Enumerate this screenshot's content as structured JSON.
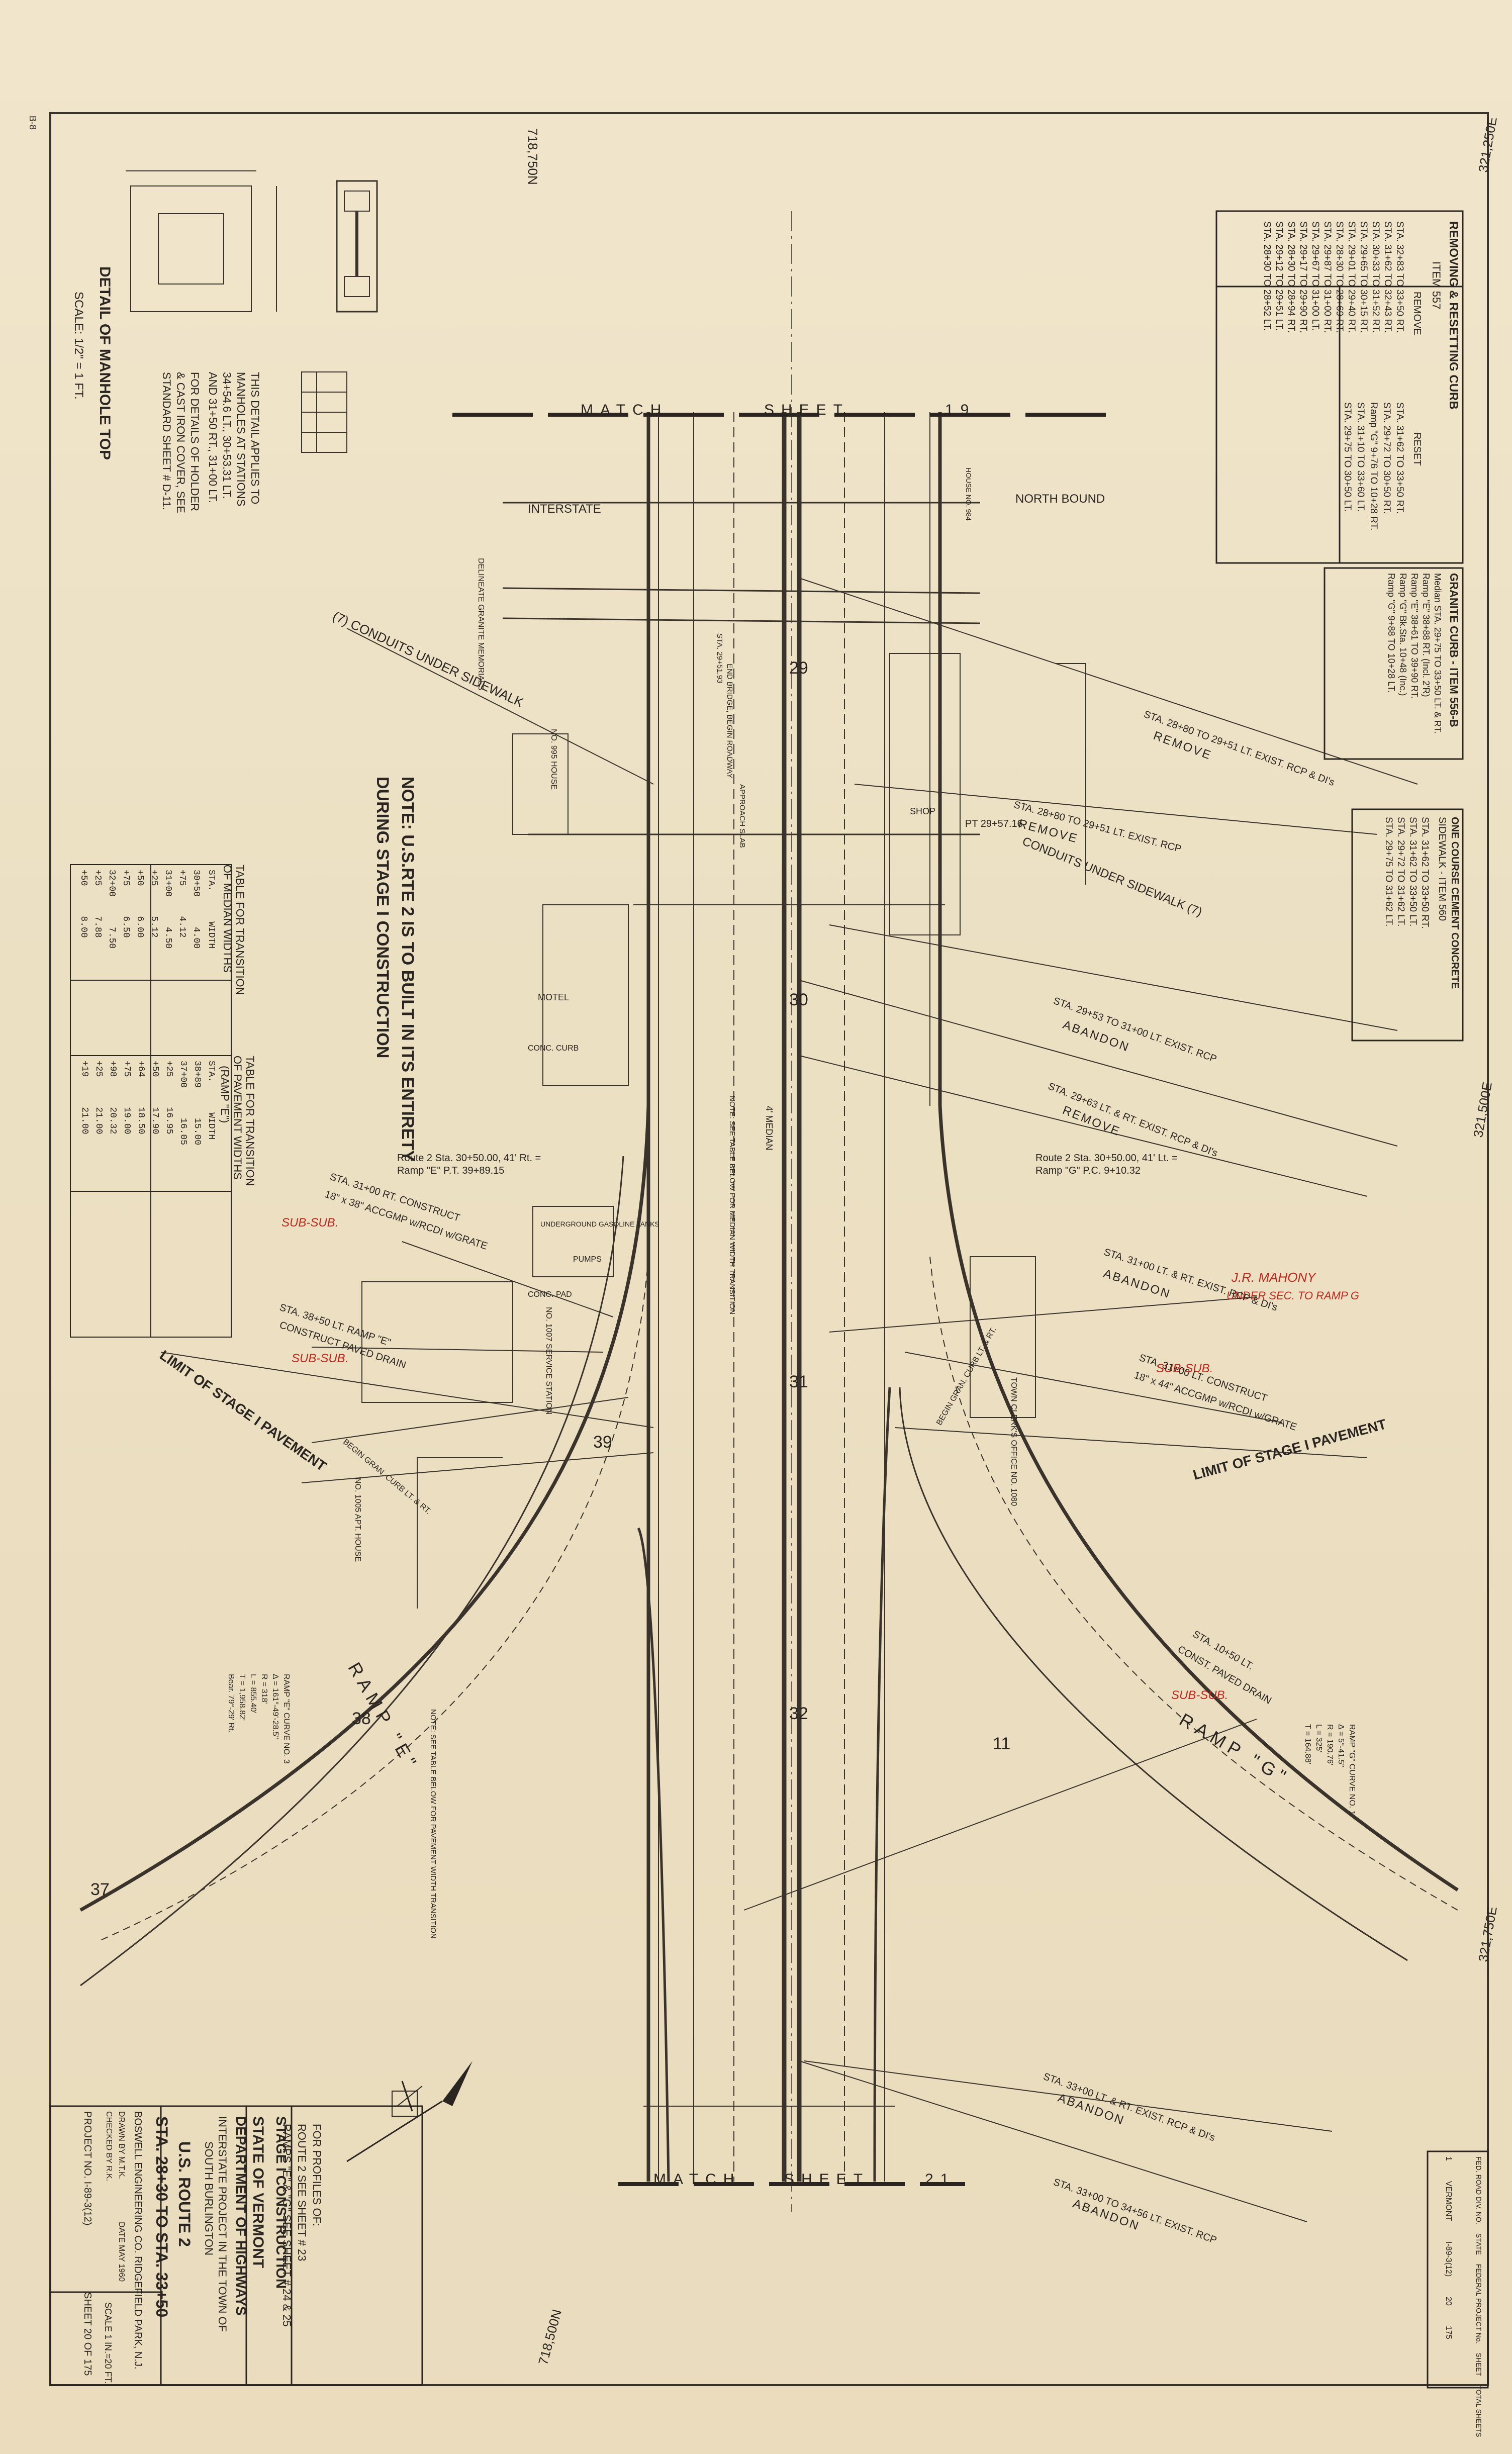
{
  "match_top": {
    "label": "MATCH",
    "word2": "SHEET",
    "number": "19"
  },
  "match_bottom": {
    "label": "MATCH",
    "word2": "SHEET",
    "number": "21"
  },
  "top_station_marker": "718,750N",
  "bottom_station_marker": "718,500N",
  "right_marker_top": "321,250E",
  "right_marker_mid": "321,500E",
  "right_marker_bottom": "321,750E",
  "interstate_label": "INTERSTATE",
  "north_bound": "NORTH BOUND",
  "note_main": {
    "line1": "NOTE: U.S.RTE 2 IS TO BUILT IN ITS ENTIRETY",
    "line2": "DURING STAGE I CONSTRUCTION"
  },
  "conduits_top": "(7) CONDUITS UNDER SIDEWALK",
  "conduits_right": "CONDUITS UNDER SIDEWALK (7)",
  "manhole": {
    "title": "DETAIL OF MANHOLE TOP",
    "scale": "SCALE: 1/2\" = 1 FT.",
    "note1": "THIS DETAIL APPLIES TO",
    "note2": "MANHOLES AT STATIONS",
    "note3": "34+54.6 LT., 30+53.31 LT.",
    "note4": "AND 31+50 RT., 31+00 LT.",
    "note5": "FOR DETAILS OF HOLDER",
    "note6": "& CAST IRON COVER, SEE",
    "note7": "STANDARD SHEET # D-11."
  },
  "table_median": {
    "title1": "TABLE FOR TRANSITION",
    "title2": "OF MEDIAN WIDTHS",
    "headers": [
      "STA.",
      "WIDTH"
    ],
    "rows": [
      [
        "30+50",
        "4.00"
      ],
      [
        "+75",
        "4.12"
      ],
      [
        "31+00",
        "4.50"
      ],
      [
        "+25",
        "5.12"
      ],
      [
        "+50",
        "6.00"
      ],
      [
        "+75",
        "6.50"
      ],
      [
        "32+00",
        "7.50"
      ],
      [
        "+25",
        "7.88"
      ],
      [
        "+50",
        "8.00"
      ]
    ]
  },
  "table_pavement": {
    "title1": "TABLE FOR TRANSITION",
    "title2": "OF PAVEMENT WIDTHS",
    "title3": "(RAMP \"E\")",
    "headers": [
      "STA.",
      "WIDTH"
    ],
    "rows": [
      [
        "38+89",
        "15.00"
      ],
      [
        "37+00",
        "16.05"
      ],
      [
        "+25",
        "16.95"
      ],
      [
        "+50",
        "17.90"
      ],
      [
        "+64",
        "18.50"
      ],
      [
        "+75",
        "19.00"
      ],
      [
        "+98",
        "20.32"
      ],
      [
        "+25",
        "21.00"
      ],
      [
        "+19",
        "21.00"
      ]
    ]
  },
  "removing_box": {
    "title": "REMOVING & RESETTING CURB",
    "item": "ITEM 557",
    "col1": "REMOVE",
    "col2": "RESET",
    "remove_rows": [
      "STA. 28+30 TO 28+52 LT.",
      "STA. 29+12 TO 29+51 LT.",
      "STA. 28+30 TO 28+94 RT.",
      "STA. 29+17 TO 29+90 RT.",
      "STA. 29+67 TO 31+00 LT.",
      "STA. 29+87 TO 31+00 RT.",
      "STA. 28+30 TO 28+69 RT.",
      "STA. 29+01 TO 29+40 RT.",
      "STA. 29+65 TO 30+15 RT.",
      "STA. 30+33 TO 31+52 RT.",
      "STA. 31+62 TO 32+43 RT.",
      "STA. 32+83 TO 33+50 RT."
    ],
    "reset_rows": [
      "STA. 29+75 TO 30+50 LT.",
      "STA. 31+10 TO 33+60 LT.",
      "Ramp \"G\" 9+76 TO 10+28 RT.",
      "STA. 29+72 TO 30+50 RT.",
      "STA. 31+62 TO 33+50 RT."
    ]
  },
  "granite_box": {
    "title": "GRANITE CURB - ITEM 556-B",
    "rows": [
      "Ramp \"G\" 9+88 TO 10+28 LT.",
      "Ramp \"G\" Bk.Sta. 10+48 (Inc.)",
      "Ramp \"E\" 38+61 TO 39+90 RT.",
      "Ramp \"E\" 38+88 RT. (Incl. 2'R)",
      "Median STA. 29+75 TO 33+50 LT. & RT."
    ]
  },
  "sidewalk_box": {
    "title": "ONE COURSE CEMENT CONCRETE",
    "item": "SIDEWALK - ITEM 560",
    "rows": [
      "STA. 29+75 TO 31+62 LT.",
      "STA. 29+72 TO 31+62 LT.",
      "STA. 31+62 TO 33+50 LT.",
      "STA. 31+62 TO 33+50 RT."
    ]
  },
  "callouts": {
    "c1a": "STA. 28+80 TO 29+51 LT. EXIST. RCP & DI's",
    "c1b": "REMOVE",
    "c2a": "STA. 28+80 TO 29+51 LT. EXIST. RCP",
    "c2b": "REMOVE",
    "c3a": "STA. 29+53 TO 31+00 LT. EXIST. RCP",
    "c3b": "ABANDON",
    "c4a": "STA. 29+63 LT. & RT. EXIST. RCP & DI's",
    "c4b": "REMOVE",
    "c5a": "STA. 31+00 LT. & RT. EXIST. RCP & DI's",
    "c5b": "ABANDON",
    "c6a": "STA. 31+00 LT. CONSTRUCT",
    "c6b": "18\" x 44\" ACCGMP w/RCDI w/GRATE",
    "c7a": "STA. 31+00 RT. CONSTRUCT",
    "c7b": "18\" x 38\" ACCGMP w/RCDI w/GRATE",
    "c8a": "STA. 38+50 LT. RAMP \"E\"",
    "c8b": "CONSTRUCT PAVED DRAIN",
    "c9a": "STA. 10+50 LT.",
    "c9b": "CONST. PAVED DRAIN",
    "c10a": "STA. 33+00 LT. & RT. EXIST. RCP & DI's",
    "c10b": "ABANDON",
    "c11a": "STA. 33+00 TO 34+56 LT. EXIST. RCP",
    "c11b": "ABANDON"
  },
  "limit_left": "LIMIT OF STAGE I PAVEMENT",
  "limit_right": "LIMIT OF STAGE I PAVEMENT",
  "ramp_e": "RAMP \"E\"",
  "ramp_g": "RAMP \"G\"",
  "pt_label": "PT 29+57.16",
  "route_left1": "Route 2 Sta. 30+50.00, 41' Rt. =",
  "route_left2": "Ramp \"E\" P.T. 39+89.15",
  "route_right1": "Route 2 Sta. 30+50.00, 41' Lt. =",
  "route_right2": "Ramp \"G\" P.C. 9+10.32",
  "buildings": {
    "motel": "MOTEL",
    "shop": "SHOP",
    "house": "NO. 995 HOUSE",
    "service": "NO. 1007 SERVICE STATION",
    "apt": "NO. 1005 APT. HOUSE",
    "town": "TOWN CLERK'S OFFICE NO. 1080",
    "tanks": "UNDERGROUND GASOLINE TANKS",
    "pumps": "PUMPS",
    "conc_curb": "CONC. CURB",
    "conc_pad": "CONC. PAD",
    "granite": "DELINEATE GRANITE MEMORIALS",
    "house2": "HOUSE NO. 984"
  },
  "curve_e": {
    "title": "RAMP \"E\" CURVE NO. 3",
    "d": "Δ = 161°-49'-28.5\"",
    "r": "R = 318'",
    "l": "L = 855.40'",
    "t": "T = 1,958.82'",
    "bear": "Bear. 79°-29' Rt."
  },
  "curve_g": {
    "title": "RAMP \"G\" CURVE NO. 1",
    "d": "Δ = 5°-41.5\"",
    "r": "R = 190.76'",
    "l": "L = 325'",
    "t": "T = 164.88'"
  },
  "red_notes": {
    "r1": "SUB-SUB.",
    "r2": "SUB-SUB.",
    "r3": "SUB-SUB.",
    "r4": "J.R. MAHONY",
    "r5": "UNDER SEC. TO RAMP G"
  },
  "notes_center": {
    "n1": "NOTE: SEE TABLE BELOW FOR MEDIAN WIDTH TRANSITION",
    "n2": "NOTE: SEE TABLE BELOW FOR PAVEMENT WIDTH TRANSITION",
    "median": "4' MEDIAN",
    "approach": "APPROACH SLAB",
    "bridge": "END BRIDGE, BEGIN ROADWAY",
    "sta": "STA. 29+51.93"
  },
  "stations": [
    "29",
    "30",
    "31",
    "32",
    "39",
    "11",
    "38",
    "37"
  ],
  "edge_left": "BEGIN GRAN. CURB LT. & RT.",
  "edge_right": "BEGIN GRAN. CURB LT. & RT.",
  "profiles": {
    "l1": "FOR PROFILES OF:",
    "l2": "ROUTE 2 SEE SHEET # 23",
    "l3": "RAMPS \"E\" & \"G\" SEE SHEET # 24 & 25"
  },
  "title_block": {
    "line1": "STAGE I CONSTRUCTION",
    "state": "STATE OF VERMONT",
    "dept": "DEPARTMENT OF HIGHWAYS",
    "proj1": "INTERSTATE PROJECT IN THE TOWN OF",
    "proj2": "SOUTH BURLINGTON",
    "route": "U.S. ROUTE 2",
    "sta": "STA. 28+30 TO STA. 33+50",
    "firm": "BOSWELL ENGINEERING CO.   RIDGEFIELD PARK, N.J.",
    "drawn": "DRAWN BY   M.T.K.",
    "checked": "CHECKED BY   R.K.",
    "date": "DATE   MAY 1960",
    "project": "PROJECT NO. I-89-3(12)",
    "scale": "SCALE 1 IN.=20 FT.",
    "sheet": "SHEET 20 OF 175"
  },
  "fed_box": {
    "h1": "FED. ROAD DIV. NO.",
    "h2": "STATE",
    "h3": "FEDERAL PROJECT No.",
    "h4": "SHEET",
    "h5": "TOTAL SHEETS",
    "v1": "1",
    "v2": "VERMONT",
    "v3": "I-89-3(12)",
    "v4": "20",
    "v5": "175"
  },
  "corner_stamp": "B-8"
}
